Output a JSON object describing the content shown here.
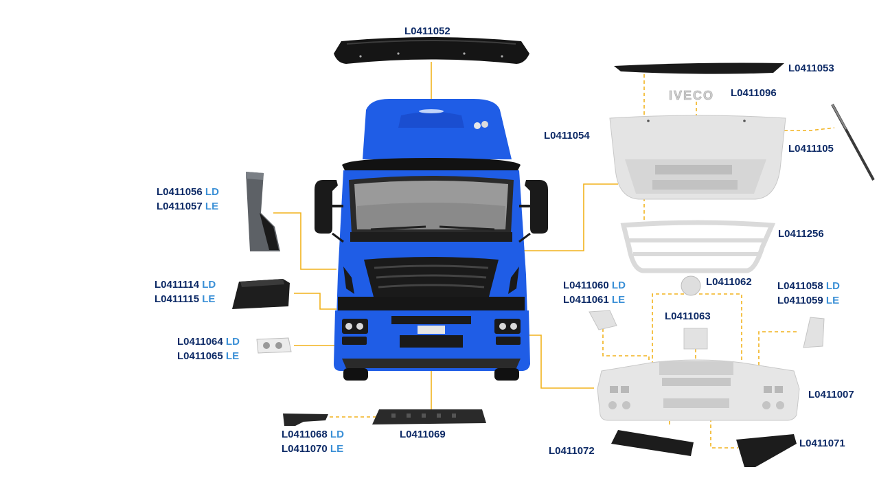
{
  "colors": {
    "label": "#0d2a66",
    "suffix": "#3a8fd6",
    "leader": "#f2b21c",
    "truck_body": "#1f5de6",
    "part_black": "#1c1c1c",
    "part_grey": "#e3e3e3",
    "part_dark_grey": "#5a5e63"
  },
  "labels": {
    "p52": "L0411052",
    "p53": "L0411053",
    "p96": "L0411096",
    "p54": "L0411054",
    "p105": "L0411105",
    "p56": "L0411056",
    "p56s": "LD",
    "p57": "L0411057",
    "p57s": "LE",
    "p256": "L0411256",
    "p114": "L0411114",
    "p114s": "LD",
    "p115": "L0411115",
    "p115s": "LE",
    "p60": "L0411060",
    "p60s": "LD",
    "p61": "L0411061",
    "p61s": "LE",
    "p62": "L0411062",
    "p58": "L0411058",
    "p58s": "LD",
    "p59": "L0411059",
    "p59s": "LE",
    "p63": "L0411063",
    "p64": "L0411064",
    "p64s": "LD",
    "p65": "L0411065",
    "p65s": "LE",
    "p07": "L0411007",
    "p68": "L0411068",
    "p68s": "LD",
    "p70": "L0411070",
    "p70s": "LE",
    "p69": "L0411069",
    "p72": "L0411072",
    "p71": "L0411071"
  },
  "logo_text": "IVECO"
}
